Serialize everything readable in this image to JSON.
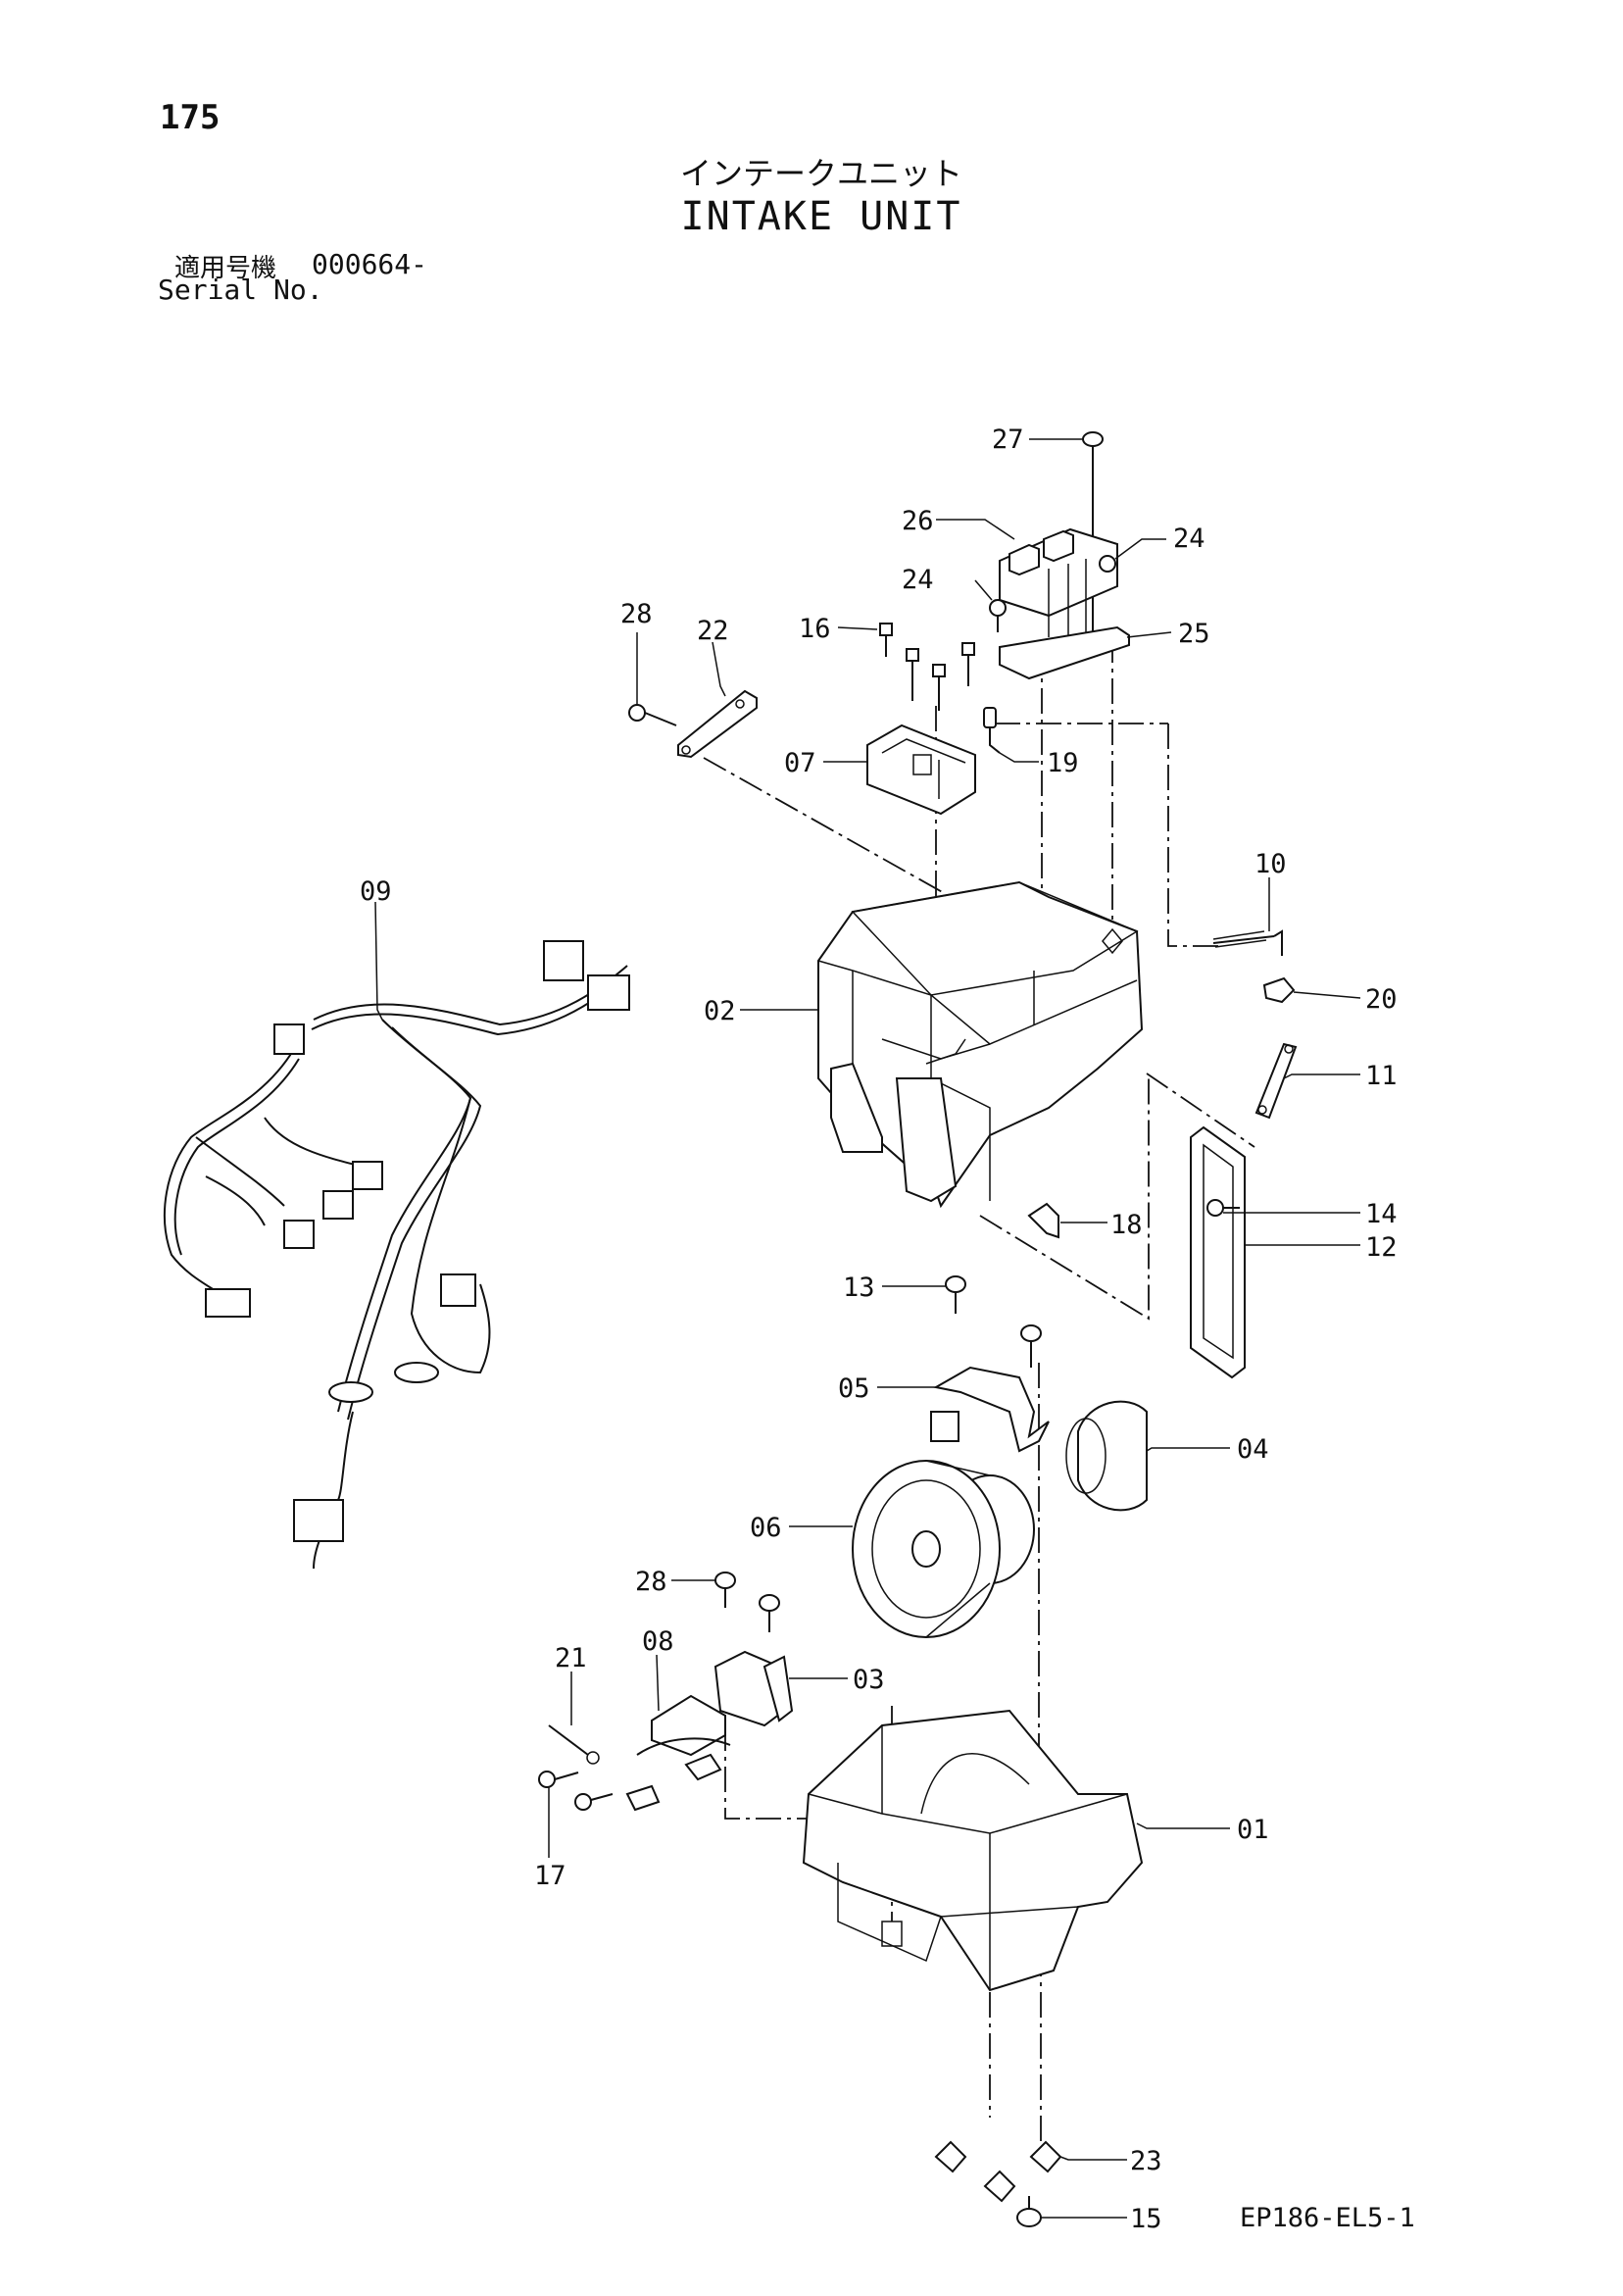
{
  "header": {
    "page_number": "175",
    "title_jp": "インテークユニット",
    "title_en": "INTAKE UNIT",
    "serial_label_jp": "適用号機",
    "serial_value": "000664-",
    "serial_label_en": "Serial No."
  },
  "footer": {
    "doc_code": "EP186-EL5-1"
  },
  "callouts": [
    {
      "id": "c27",
      "label": "27"
    },
    {
      "id": "c26",
      "label": "26"
    },
    {
      "id": "c24a",
      "label": "24"
    },
    {
      "id": "c24b",
      "label": "24"
    },
    {
      "id": "c25",
      "label": "25"
    },
    {
      "id": "c28a",
      "label": "28"
    },
    {
      "id": "c22",
      "label": "22"
    },
    {
      "id": "c16",
      "label": "16"
    },
    {
      "id": "c07",
      "label": "07"
    },
    {
      "id": "c19",
      "label": "19"
    },
    {
      "id": "c09",
      "label": "09"
    },
    {
      "id": "c10",
      "label": "10"
    },
    {
      "id": "c02",
      "label": "02"
    },
    {
      "id": "c20",
      "label": "20"
    },
    {
      "id": "c11",
      "label": "11"
    },
    {
      "id": "c14",
      "label": "14"
    },
    {
      "id": "c18",
      "label": "18"
    },
    {
      "id": "c12",
      "label": "12"
    },
    {
      "id": "c13",
      "label": "13"
    },
    {
      "id": "c05",
      "label": "05"
    },
    {
      "id": "c04",
      "label": "04"
    },
    {
      "id": "c06",
      "label": "06"
    },
    {
      "id": "c28b",
      "label": "28"
    },
    {
      "id": "c21",
      "label": "21"
    },
    {
      "id": "c08",
      "label": "08"
    },
    {
      "id": "c03",
      "label": "03"
    },
    {
      "id": "c01",
      "label": "01"
    },
    {
      "id": "c17",
      "label": "17"
    },
    {
      "id": "c23",
      "label": "23"
    },
    {
      "id": "c15",
      "label": "15"
    }
  ]
}
